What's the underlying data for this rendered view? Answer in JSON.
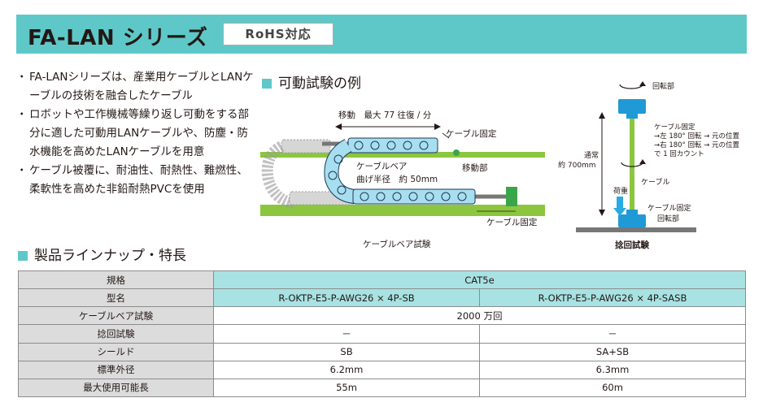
{
  "header": {
    "title": "FA-LAN シリーズ",
    "badge": "RoHS対応"
  },
  "bullets": [
    "FA-LANシリーズは、産業用ケーブルとLANケーブルの技術を融合したケーブル",
    "ロボットや工作機械等繰り返し可動をする部分に適した可動用LANケーブルや、防塵・防水機能を高めたLANケーブルを用意",
    "ケーブル被覆に、耐油性、耐熱性、難燃性、柔軟性を高めた非鉛耐熱PVCを使用"
  ],
  "test_section": {
    "title": "可動試験の例",
    "cable_bear": {
      "move": "移動　最大 77 往復 / 分",
      "fixed_top": "ケーブル固定",
      "bear_label": "ケーブルベア",
      "radius": "曲げ半径　約 50mm",
      "moving_part": "移動部",
      "fixed_bottom": "ケーブル固定",
      "caption": "ケーブルベア試験"
    },
    "torsion": {
      "rotate_top": "回転部",
      "fix_label": "ケーブル固定",
      "left": "→左 180° 回転 → 元の位置",
      "right": "→右 180° 回転 → 元の位置",
      "count": "で 1 回カウント",
      "normal": "通常",
      "length": "約 700mm",
      "cable": "ケーブル",
      "load": "荷重",
      "fixed_bottom": "ケーブル固定",
      "rotate_bottom": "回転部",
      "caption": "捻回試験"
    }
  },
  "lineup": {
    "title": "製品ラインナップ・特長",
    "rows": {
      "spec": {
        "label": "規格",
        "value": "CAT5e"
      },
      "model": {
        "label": "型名",
        "a": "R-OKTP-E5-P-AWG26 × 4P-SB",
        "b": "R-OKTP-E5-P-AWG26 × 4P-SASB"
      },
      "bear": {
        "label": "ケーブルベア試験",
        "value": "2000 万回"
      },
      "torsion": {
        "label": "捻回試験",
        "a": "－",
        "b": "－"
      },
      "shield": {
        "label": "シールド",
        "a": "SB",
        "b": "SA+SB"
      },
      "diameter": {
        "label": "標準外径",
        "a": "6.2mm",
        "b": "6.3mm"
      },
      "length": {
        "label": "最大使用可能長",
        "a": "55m",
        "b": "60m"
      }
    }
  },
  "colors": {
    "accent": "#5ec8c8",
    "table_header": "#a8e2e3",
    "row_header": "#dcdcdc",
    "rail": "#8cc63f",
    "chain": "#a8dff0"
  }
}
